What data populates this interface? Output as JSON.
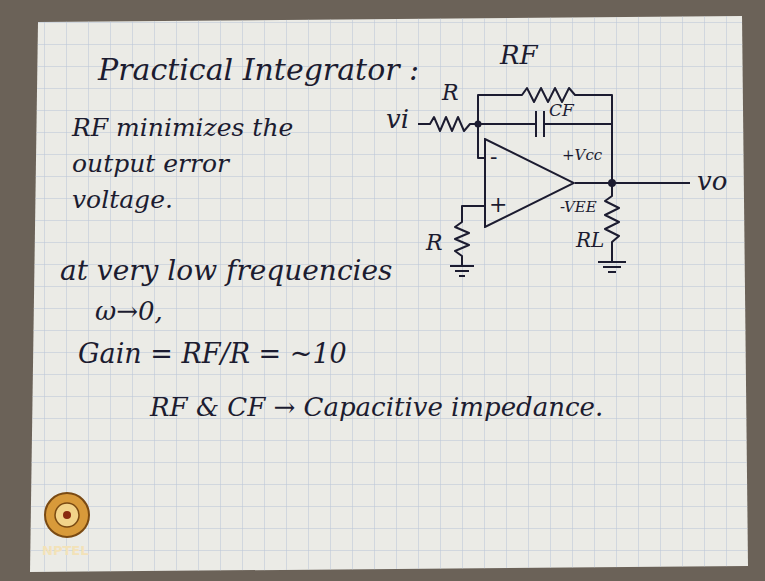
{
  "diagram": {
    "title": "Practical Integrator :",
    "nodes": [
      {
        "text": [
          "-",
          "+"
        ]
      }
    ],
    "labels": [
      "RF",
      "R",
      "vi",
      "CF",
      "+Vcc",
      "-VEE",
      "vo",
      "R",
      "RL",
      "RF minimizes the output error voltage.",
      "at very low frequencies",
      "ω→0,",
      "Gain = RF/R = ~10",
      "RF & CF → Capacitive impedance.",
      "NPTEL"
    ]
  }
}
